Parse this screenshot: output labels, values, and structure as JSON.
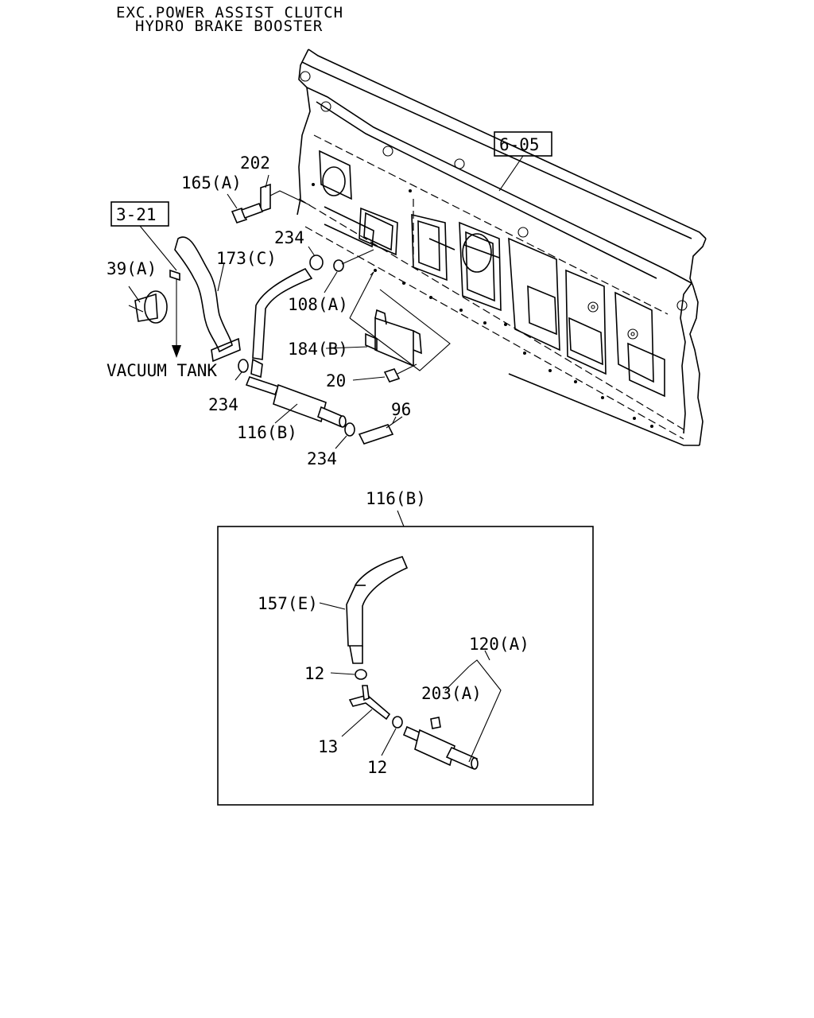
{
  "header": {
    "line1": "EXC.POWER ASSIST CLUTCH",
    "line2": "HYDRO BRAKE BOOSTER"
  },
  "refs": {
    "ref_605": "6-05",
    "ref_321": "3-21"
  },
  "callouts": {
    "c202": "202",
    "c165a": "165(A)",
    "c234_top": "234",
    "c173c": "173(C)",
    "c39a": "39(A)",
    "c108a": "108(A)",
    "vacuum_tank": "VACUUM TANK",
    "c184b": "184(B)",
    "c20": "20",
    "c234_left": "234",
    "c96": "96",
    "c116b": "116(B)",
    "c234_bottom": "234"
  },
  "detail": {
    "title": "116(B)",
    "c157e": "157(E)",
    "c120a": "120(A)",
    "c12_top": "12",
    "c203a": "203(A)",
    "c13": "13",
    "c12_bottom": "12"
  }
}
